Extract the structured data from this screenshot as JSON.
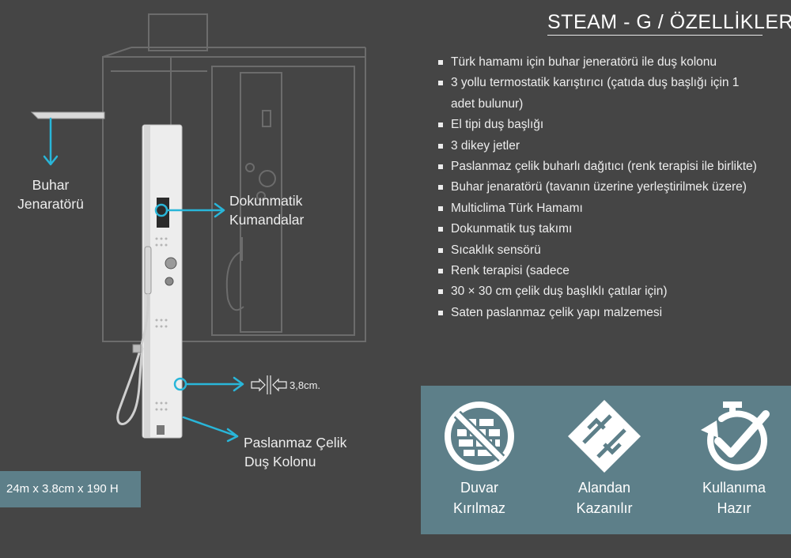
{
  "title": "STEAM - G / ÖZELLİKLER",
  "features": [
    "Türk hamamı için buhar jeneratörü ile duş kolonu",
    "3 yollu termostatik karıştırıcı (çatıda duş başlığı için 1 adet bulunur)",
    "El tipi duş başlığı",
    "3 dikey jetler",
    "Paslanmaz çelik buharlı dağıtıcı (renk terapisi ile birlikte)",
    "Buhar jenaratörü (tavanın üzerine yerleştirilmek üzere)",
    "Multiclima Türk Hamamı",
    "Dokunmatik tuş takımı",
    "Sıcaklık sensörü",
    "Renk terapisi (sadece",
    "30 × 30 cm çelik duş başlıklı çatılar için)",
    "Saten paslanmaz çelik yapı malzemesi"
  ],
  "callouts": {
    "buhar_1": "Buhar",
    "buhar_2": "Jenaratörü",
    "dokunmatik_1": "Dokunmatik",
    "dokunmatik_2": "Kumandalar",
    "width": "3,8cm.",
    "paslanmaz_1": "Paslanmaz Çelik",
    "paslanmaz_2": "Duş Kolonu"
  },
  "dimensions": "24m x 3.8cm x 190 H",
  "benefits": [
    {
      "line1": "Duvar",
      "line2": "Kırılmaz",
      "icon": "no-wall-breaking-icon"
    },
    {
      "line1": "Alandan",
      "line2": "Kazanılır",
      "icon": "space-saving-icon"
    },
    {
      "line1": "Kullanıma",
      "line2": "Hazır",
      "icon": "ready-to-use-stopwatch-icon"
    }
  ],
  "colors": {
    "background": "#454545",
    "accent_panel": "#5d7f89",
    "arrow": "#29b6d9"
  }
}
